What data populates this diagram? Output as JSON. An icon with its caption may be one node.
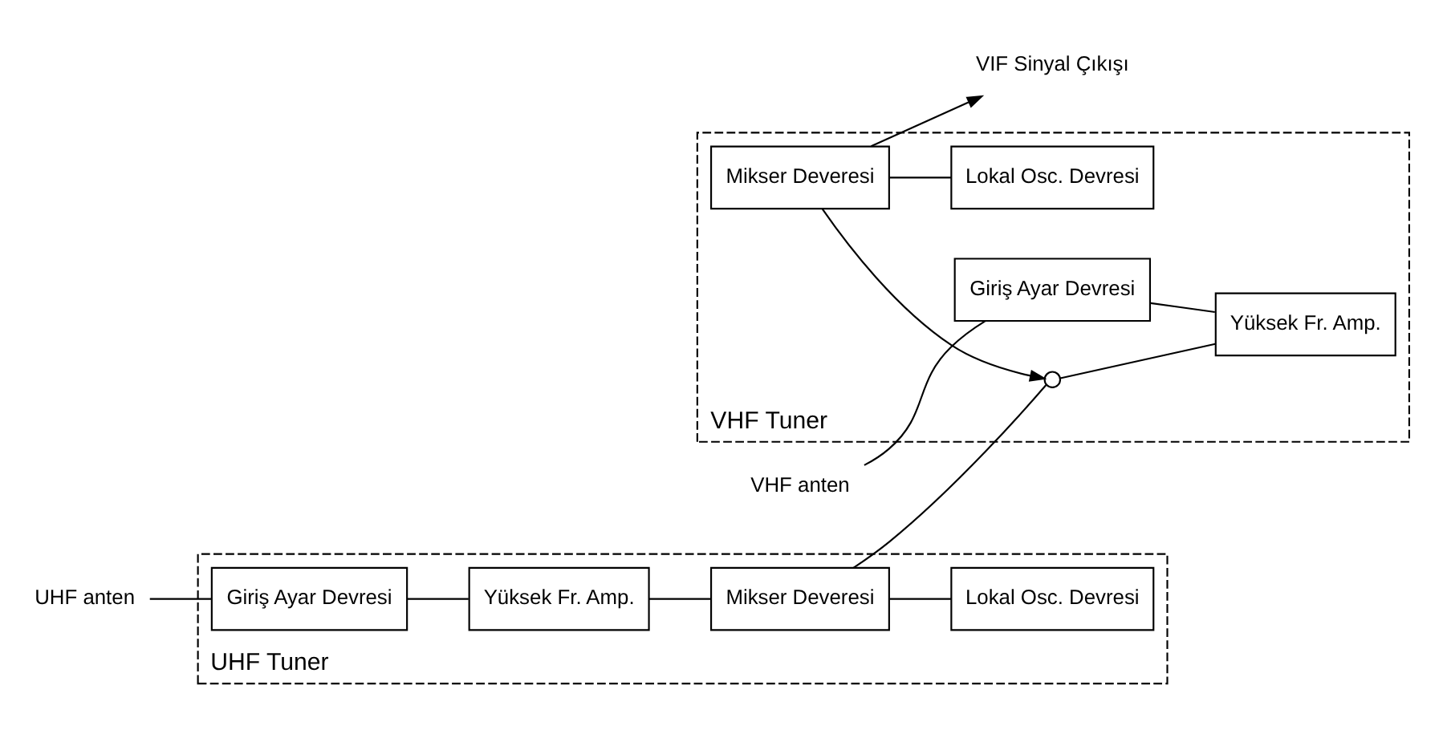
{
  "diagram": {
    "nodes": [
      {
        "text": [
          "UHF Tuner"
        ]
      },
      {
        "text": [
          "Giriş Ayar Devresi"
        ],
        "in": 0
      },
      {
        "text": [
          "Yüksek Fr. Amp."
        ],
        "in": 0
      },
      {
        "text": [
          "Mikser Deveresi"
        ],
        "in": 0
      },
      {
        "text": [
          "Lokal Osc. Devresi"
        ],
        "in": 0
      },
      {
        "text": [
          "VHF Tuner"
        ]
      },
      {
        "text": [
          "Giriş Ayar Devresi"
        ],
        "in": 5
      },
      {
        "text": [
          "Yüksek Fr. Amp."
        ],
        "in": 5
      },
      {
        "text": [],
        "shape": "circle",
        "in": 5
      },
      {
        "text": [
          "Mikser Deveresi"
        ],
        "in": 5
      },
      {
        "text": [
          "Lokal Osc. Devresi"
        ],
        "in": 5
      },
      {
        "text": [
          "UHF anten"
        ]
      },
      {
        "text": [
          "VHF anten"
        ]
      },
      {
        "text": [
          "VIF Sinyal Çıkışı"
        ]
      }
    ],
    "edges": [
      {
        "from": 11,
        "to": 1,
        "arrow": "none"
      },
      {
        "from": 1,
        "to": 2,
        "arrow": "none"
      },
      {
        "from": 2,
        "to": 3,
        "arrow": "none"
      },
      {
        "from": 3,
        "to": 4,
        "arrow": "none"
      },
      {
        "from": 3,
        "to": 8,
        "arrow": "none"
      },
      {
        "from": 12,
        "to": 6,
        "arrow": "none"
      },
      {
        "from": 6,
        "to": 7,
        "arrow": "none"
      },
      {
        "from": 8,
        "to": 7,
        "arrow": "none"
      },
      {
        "from": 9,
        "to": 8,
        "arrow": "to"
      },
      {
        "from": 9,
        "to": 10,
        "arrow": "none"
      },
      {
        "from": 9,
        "to": 13,
        "arrow": "to"
      }
    ]
  }
}
